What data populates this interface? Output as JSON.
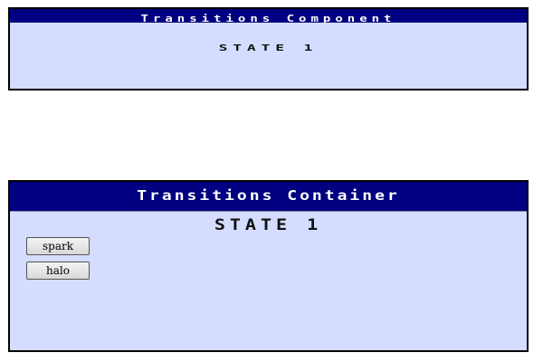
{
  "component_panel": {
    "title": "Transitions Component",
    "state_label": "STATE 1"
  },
  "container_panel": {
    "title": "Transitions Container",
    "state_label": "STATE 1",
    "buttons": [
      {
        "label": "spark"
      },
      {
        "label": "halo"
      }
    ]
  },
  "colors": {
    "titlebar": "#000080",
    "panel_background": "#d4dcff",
    "border": "#000000"
  }
}
